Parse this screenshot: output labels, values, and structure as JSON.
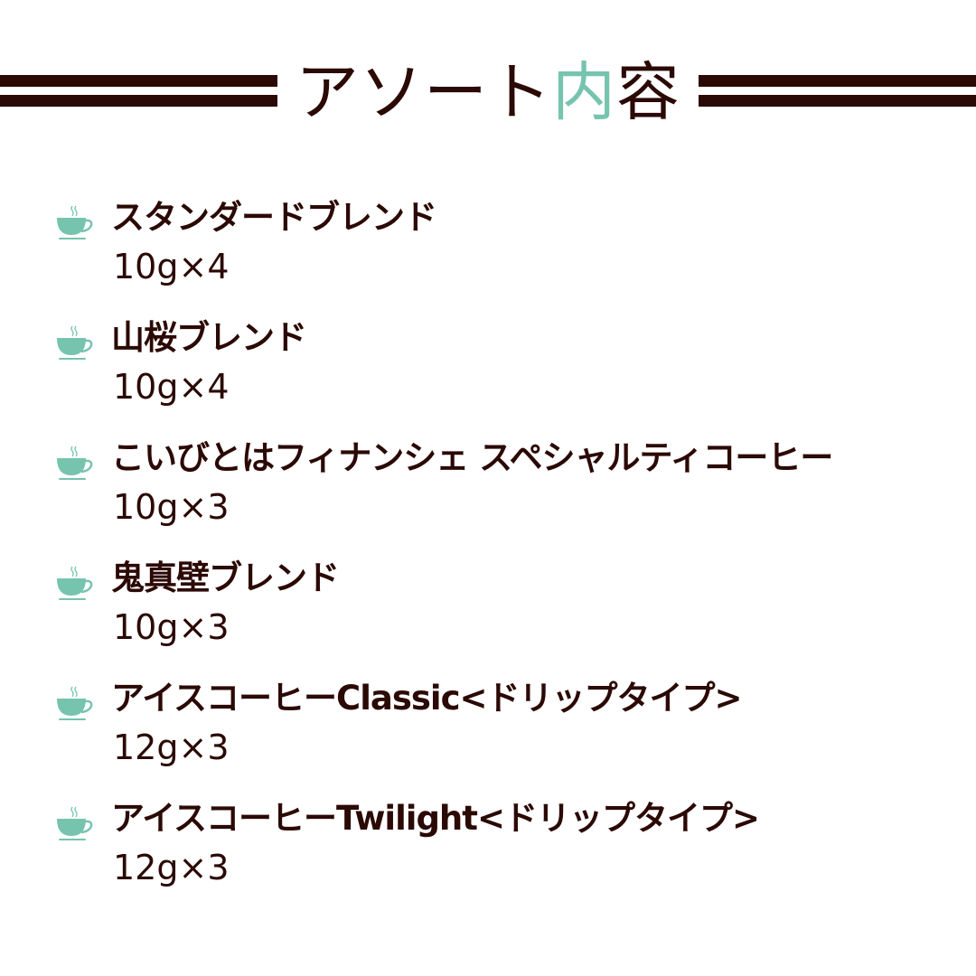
{
  "header": {
    "title_main": "アソート",
    "title_accent": "内",
    "title_end": "容"
  },
  "colors": {
    "brown": "#2b0904",
    "teal": "#76c4ae"
  },
  "items": [
    {
      "name": "スタンダードブレンド",
      "amount": "10g×4",
      "icon": "coffee-cup-icon"
    },
    {
      "name": "山桜ブレンド",
      "amount": "10g×4",
      "icon": "coffee-cup-icon"
    },
    {
      "name": "こいびとはフィナンシェ スペシャルティコーヒー",
      "amount": "10g×3",
      "icon": "coffee-cup-icon"
    },
    {
      "name": "鬼真壁ブレンド",
      "amount": "10g×3",
      "icon": "coffee-cup-icon"
    },
    {
      "name": "アイスコーヒーClassic<ドリップタイプ>",
      "amount": "12g×3",
      "icon": "coffee-cup-icon"
    },
    {
      "name": "アイスコーヒーTwilight<ドリップタイプ>",
      "amount": "12g×3",
      "icon": "coffee-cup-icon"
    }
  ]
}
